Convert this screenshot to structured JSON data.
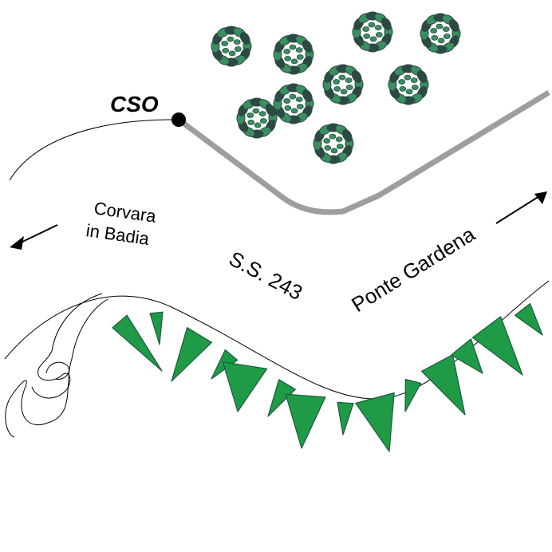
{
  "labels": {
    "station": "CSO",
    "road": "S.S. 243",
    "left_destination_line1": "Corvara",
    "left_destination_line2": "in Badia",
    "right_destination": "Ponte Gardena"
  },
  "legend_symbols": {
    "station_marker": "black-dot",
    "tree_cluster": "tree-crown-icon",
    "rock_spike": "scree-triangle-icon",
    "direction": "arrow-icon"
  },
  "colors": {
    "tree_fill": "#3a8f5f",
    "tree_outline": "#2c4a44",
    "spike_fill": "#1f9a46",
    "spike_outline": "#1e5a40",
    "track": "#9e9e9e",
    "ink": "#000000"
  }
}
